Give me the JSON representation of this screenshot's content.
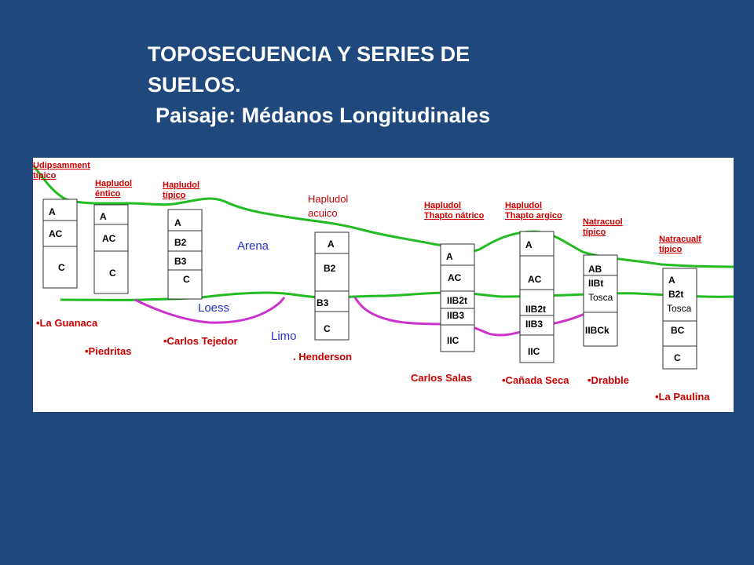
{
  "title": {
    "line1": "TOPOSECUENCIA Y SERIES DE",
    "line2": "SUELOS.",
    "line3": "Paisaje:  Médanos Longitudinales"
  },
  "colors": {
    "background": "#1f497d",
    "panel": "#ffffff",
    "surface_line": "#22bb22",
    "discontinuity_line": "#cc33cc",
    "taxonomy_label": "#cc0000",
    "material_label": "#2233cc",
    "profile_text": "#000000"
  },
  "materials": {
    "arena": "Arena",
    "loess": "Loess",
    "limo": "Limo"
  },
  "profiles": [
    {
      "taxonomy": [
        "Udipsamment",
        "típico"
      ],
      "horizons": [
        "A",
        "AC",
        "C"
      ],
      "series": "•La Guanaca"
    },
    {
      "taxonomy": [
        "Hapludol",
        "éntico"
      ],
      "horizons": [
        "A",
        "AC",
        "C"
      ],
      "series": "•Piedritas"
    },
    {
      "taxonomy": [
        "Hapludol",
        "típico"
      ],
      "horizons": [
        "A",
        "B2",
        "B3",
        "C"
      ],
      "series": "•Carlos Tejedor"
    },
    {
      "taxonomy": [
        "Hapludol",
        "acuico"
      ],
      "horizons": [
        "A",
        "B2",
        "B3",
        "C"
      ],
      "series": ". Henderson"
    },
    {
      "taxonomy": [
        "Hapludol",
        "Thapto nátrico"
      ],
      "horizons": [
        "A",
        "AC",
        "IIB2t",
        "IIB3",
        "IIC"
      ],
      "series": "Carlos Salas"
    },
    {
      "taxonomy": [
        "Hapludol",
        "Thapto argico"
      ],
      "horizons": [
        "A",
        "AC",
        "IIB2t",
        "IIB3",
        "IIC"
      ],
      "series": "•Cañada Seca"
    },
    {
      "taxonomy": [
        "Natracuol",
        "típico"
      ],
      "horizons": [
        "AB",
        "IIBt",
        "Tosca",
        "IIBCk"
      ],
      "series": "•Drabble"
    },
    {
      "taxonomy": [
        "Natracualf",
        "típico"
      ],
      "horizons": [
        "A",
        "B2t",
        "Tosca",
        "BC",
        "C"
      ],
      "series": "•La Paulina"
    }
  ]
}
